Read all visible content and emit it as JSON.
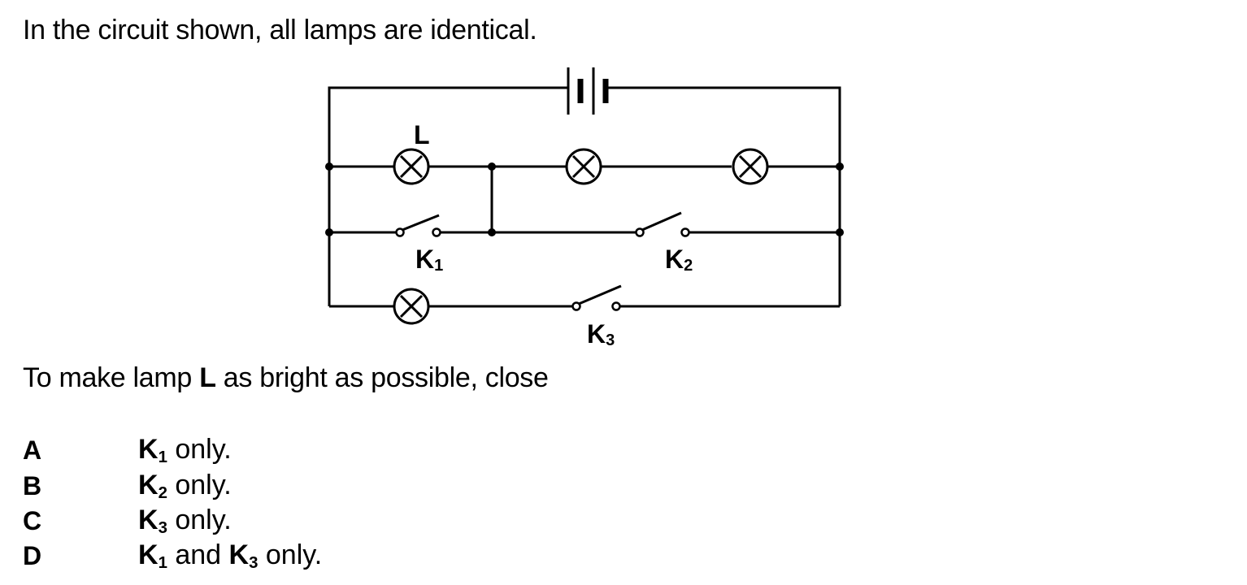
{
  "intro_text": "In the circuit shown, all lamps are identical.",
  "question": {
    "prefix": "To make lamp ",
    "bold": "L",
    "suffix": " as bright as possible, close"
  },
  "diagram": {
    "components": {
      "battery": "battery-icon",
      "lamps": [
        "lamp-L",
        "lamp-2",
        "lamp-3",
        "lamp-4"
      ],
      "switches": [
        "K1",
        "K2",
        "K3"
      ]
    },
    "labels": {
      "lamp_L": "L",
      "K1": {
        "main": "K",
        "sub": "1"
      },
      "K2": {
        "main": "K",
        "sub": "2"
      },
      "K3": {
        "main": "K",
        "sub": "3"
      }
    }
  },
  "options": [
    {
      "letter": "A",
      "parts": [
        {
          "k": "K",
          "sub": "1"
        }
      ],
      "text_after": " only."
    },
    {
      "letter": "B",
      "parts": [
        {
          "k": "K",
          "sub": "2"
        }
      ],
      "text_after": " only."
    },
    {
      "letter": "C",
      "parts": [
        {
          "k": "K",
          "sub": "3"
        }
      ],
      "text_after": " only."
    },
    {
      "letter": "D",
      "parts": [
        {
          "k": "K",
          "sub": "1"
        },
        {
          "between": " and "
        },
        {
          "k": "K",
          "sub": "3"
        }
      ],
      "text_after": " only."
    }
  ]
}
